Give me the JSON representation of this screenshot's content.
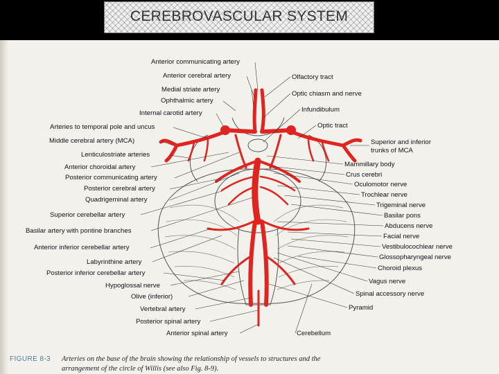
{
  "slide": {
    "title": "CEREBROVASCULAR SYSTEM"
  },
  "figure": {
    "number": "FIGURE 8-3",
    "caption_line1": "Arteries on the base of the brain showing the relationship of vessels to structures and the",
    "caption_line2": "arrangement of the circle of Willis (see also Fig. 8-9).",
    "left_labels": [
      "Anterior communicating artery",
      "Anterior cerebral artery",
      "Medial striate artery",
      "Ophthalmic artery",
      "Internal carotid artery",
      "Arteries to temporal pole and uncus",
      "Middle cerebral artery (MCA)",
      "Lenticulostriate arteries",
      "Anterior choroidal artery",
      "Posterior communicating artery",
      "Posterior cerebral artery",
      "Quadrigeminal artery",
      "Superior cerebellar artery",
      "Basilar artery with pontine branches",
      "Anterior inferior cerebellar artery",
      "Labyrinthine artery",
      "Posterior inferior cerebellar artery",
      "Hypoglossal nerve",
      "Olive (inferior)",
      "Vertebral artery",
      "Posterior spinal artery",
      "Anterior spinal artery"
    ],
    "right_labels": [
      "Olfactory tract",
      "Optic chiasm and nerve",
      "Infundibulum",
      "Optic tract",
      "Superior and inferior",
      "trunks of MCA",
      "Mammillary body",
      "Crus cerebri",
      "Oculomotor nerve",
      "Trochlear nerve",
      "Trigeminal nerve",
      "Basilar pons",
      "Abducens nerve",
      "Facial nerve",
      "Vestibulocochlear nerve",
      "Glossopharyngeal nerve",
      "Choroid plexus",
      "Vagus nerve",
      "Spinal accessory nerve",
      "Pyramid",
      "Cerebellum"
    ]
  },
  "colors": {
    "artery": "#e0241f",
    "brain_line": "#555555"
  }
}
